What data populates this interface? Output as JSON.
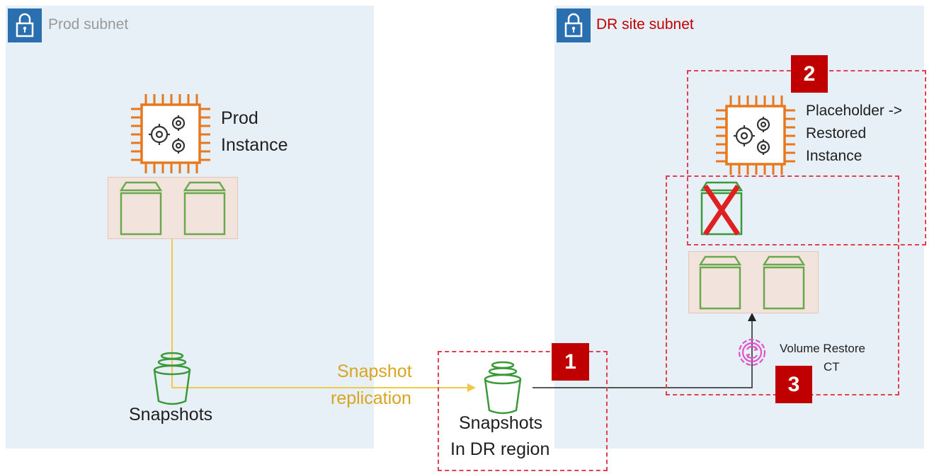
{
  "prod_subnet": {
    "label": "Prod subnet",
    "label_color": "#9a9a9a"
  },
  "dr_subnet": {
    "label": "DR site subnet",
    "label_color": "#c00000"
  },
  "prod_instance": {
    "line1": "Prod",
    "line2": "Instance"
  },
  "prod_snapshots": {
    "label": "Snapshots"
  },
  "replication": {
    "line1": "Snapshot",
    "line2": "replication",
    "color": "#d9a520"
  },
  "dr_snapshots": {
    "line1": "Snapshots",
    "line2": "In DR region"
  },
  "restored_instance": {
    "line1": "Placeholder ->",
    "line2": "Restored",
    "line3": "Instance"
  },
  "volume_restore": {
    "line1": "Volume Restore",
    "line2": "CT"
  },
  "steps": [
    "1",
    "2",
    "3"
  ],
  "colors": {
    "subnet_bg": "#e7f0f7",
    "lock_badge": "#2a6fb0",
    "instance_orange": "#e8781e",
    "volume_green": "#6aa84f",
    "bucket_green": "#3a9a3a",
    "step_red": "#c00000",
    "dash_red": "#e04050",
    "restore_pink": "#e052c8",
    "cross_red": "#e02020"
  },
  "icons": [
    "lock-icon",
    "ec2-instance-icon",
    "ebs-volume-icon",
    "s3-bucket-icon",
    "sync-gear-icon",
    "x-mark-icon"
  ]
}
